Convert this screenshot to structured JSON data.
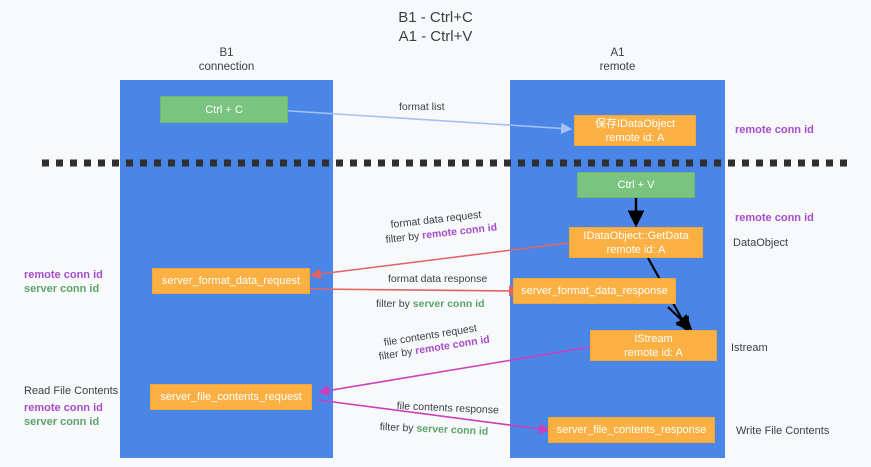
{
  "title": {
    "line1": "B1 - Ctrl+C",
    "line2": "A1 - Ctrl+V"
  },
  "lanes": [
    {
      "id": "b1",
      "name": "B1",
      "subtitle": "connection"
    },
    {
      "id": "a1",
      "name": "A1",
      "subtitle": "remote"
    }
  ],
  "nodes": {
    "ctrl_c": {
      "label": "Ctrl + C"
    },
    "save_idataobject": {
      "line1": "保存IDataObject",
      "line2": "remote id: A"
    },
    "ctrl_v": {
      "label": "Ctrl + V"
    },
    "getdata": {
      "line1": "IDataObject::GetData",
      "line2": "remote id: A"
    },
    "server_format_data_request": {
      "label": "server_format_data_request"
    },
    "server_format_data_response": {
      "label": "server_format_data_response"
    },
    "istream": {
      "line1": "IStream",
      "line2": "remote id: A"
    },
    "server_file_contents_request": {
      "label": "server_file_contents_request"
    },
    "server_file_contents_response": {
      "label": "server_file_contents_response"
    }
  },
  "edge_labels": {
    "format_list": "format list",
    "format_data_request": "format data request",
    "format_data_request_filter_prefix": "filter by ",
    "format_data_request_filter_key": "remote conn id",
    "format_data_response": "format data response",
    "format_data_response_filter_prefix": "filter by ",
    "format_data_response_filter_key": "server conn id",
    "file_contents_request": "file contents request",
    "file_contents_request_filter_prefix": "filter by ",
    "file_contents_request_filter_key": "remote conn id",
    "file_contents_response": "file contents response",
    "file_contents_response_filter_prefix": "filter by ",
    "file_contents_response_filter_key": "server conn id"
  },
  "right_labels": {
    "remote_conn_id_top": "remote conn id",
    "remote_conn_id_mid": "remote conn id",
    "dataobject": "DataObject",
    "istream": "Istream",
    "write_file_contents": "Write File Contents"
  },
  "left_labels": {
    "remote_conn_id": "remote conn id",
    "server_conn_id": "server conn id",
    "read_file_contents": "Read File Contents",
    "remote_conn_id_2": "remote conn id",
    "server_conn_id_2": "server conn id"
  },
  "colors": {
    "lane": "#4a86e8",
    "green_node": "#7bc47f",
    "orange_node": "#fbb043",
    "purple_text": "#a64ccb",
    "green_text": "#5aa469",
    "light_blue_arrow": "#a4c2f4",
    "red_arrow": "#e06666",
    "magenta_arrow": "#cc3fbb",
    "black_arrow": "#000000",
    "background": "#f8f9fa"
  }
}
